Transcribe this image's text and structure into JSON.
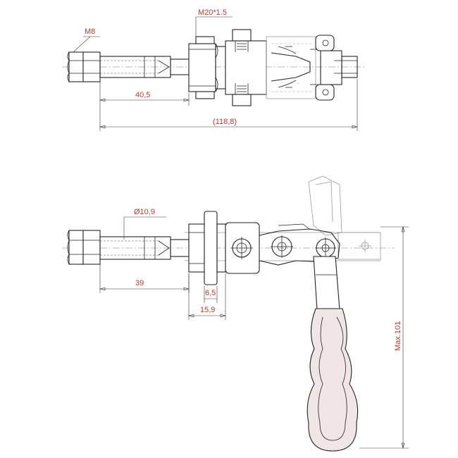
{
  "dimensions": {
    "top_view": {
      "thread_label": "M8",
      "nut_thread_label": "M20*1.5",
      "rod_length": "40,5",
      "overall_length": "(118,8)"
    },
    "side_view": {
      "rod_diameter": "Ø10,9",
      "rod_length": "39",
      "nut_thickness": "6,5",
      "collar_length": "15,9",
      "handle_height": "Max.101"
    }
  },
  "colors": {
    "dimension_text": "#c0392b",
    "line": "#222222",
    "grip_fill": "#f0e6e6"
  }
}
